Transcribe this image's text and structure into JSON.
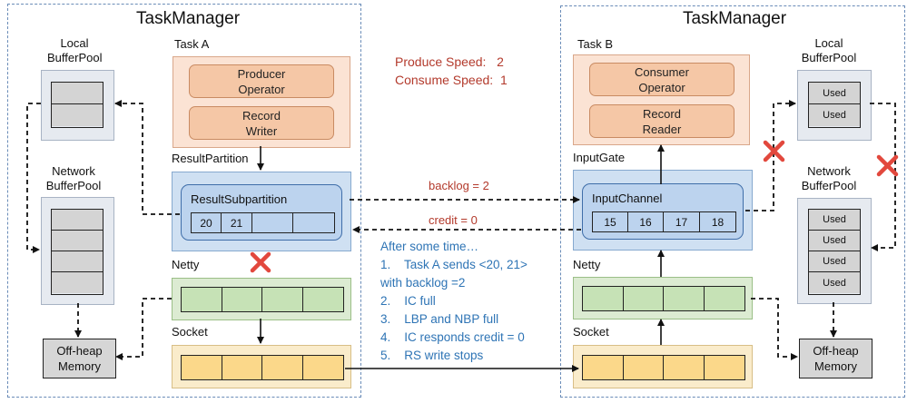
{
  "left": {
    "title": "TaskManager",
    "task_label": "Task A",
    "producer": [
      "Producer",
      "Operator"
    ],
    "writer": [
      "Record",
      "Writer"
    ],
    "result_partition": "ResultPartition",
    "result_subpartition": "ResultSubpartition",
    "subpartition_cells": [
      "20",
      "21",
      "",
      ""
    ],
    "netty": "Netty",
    "socket": "Socket",
    "local_pool": [
      "Local",
      "BufferPool"
    ],
    "network_pool": [
      "Network",
      "BufferPool"
    ],
    "offheap": [
      "Off-heap",
      "Memory"
    ]
  },
  "right": {
    "title": "TaskManager",
    "task_label": "Task B",
    "consumer": [
      "Consumer",
      "Operator"
    ],
    "reader": [
      "Record",
      "Reader"
    ],
    "input_gate": "InputGate",
    "input_channel": "InputChannel",
    "channel_cells": [
      "15",
      "16",
      "17",
      "18"
    ],
    "netty": "Netty",
    "socket": "Socket",
    "local_pool": [
      "Local",
      "BufferPool"
    ],
    "network_pool": [
      "Network",
      "BufferPool"
    ],
    "local_pool_cells": [
      "Used",
      "Used"
    ],
    "network_pool_cells": [
      "Used",
      "Used",
      "Used",
      "Used"
    ],
    "offheap": [
      "Off-heap",
      "Memory"
    ]
  },
  "speeds": {
    "produce": "Produce Speed:   2",
    "consume": "Consume Speed:  1"
  },
  "links": {
    "backlog": "backlog = 2",
    "credit": "credit = 0"
  },
  "notes": [
    "After some time…",
    "1.    Task A sends <20, 21>",
    "with backlog =2",
    "2.    IC full",
    "3.    LBP and NBP full",
    "4.    IC responds credit = 0",
    "5.    RS write stops"
  ],
  "colors": {
    "red_text": "#b33a2c",
    "blue_text": "#2e74b5",
    "cross": "#e2483d"
  }
}
